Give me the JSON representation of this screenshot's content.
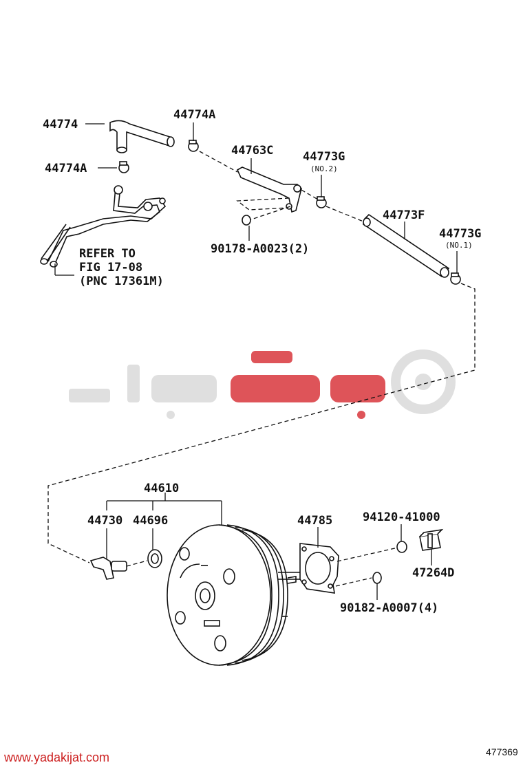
{
  "labels": {
    "p44774": "44774",
    "p44774A_top": "44774A",
    "p44774A_left": "44774A",
    "p44763C": "44763C",
    "p44773G_2": "44773G",
    "no2": "(NO.2)",
    "p44773F": "44773F",
    "p44773G_1": "44773G",
    "no1": "(NO.1)",
    "p90178": "90178-A0023(2)",
    "refer1": "REFER TO",
    "refer2": "FIG 17-08",
    "refer3": "(PNC 17361M)",
    "p44610": "44610",
    "p44730": "44730",
    "p44696": "44696",
    "p44785": "44785",
    "p94120": "94120-41000",
    "p47264D": "47264D",
    "p90182": "90182-A0007(4)"
  },
  "footer": {
    "website": "www.yadakijat.com",
    "figure_code": "477369"
  },
  "colors": {
    "watermark_red": "#d32027",
    "watermark_gray": "#d9d9d9",
    "url_red": "#cc1f1f"
  }
}
